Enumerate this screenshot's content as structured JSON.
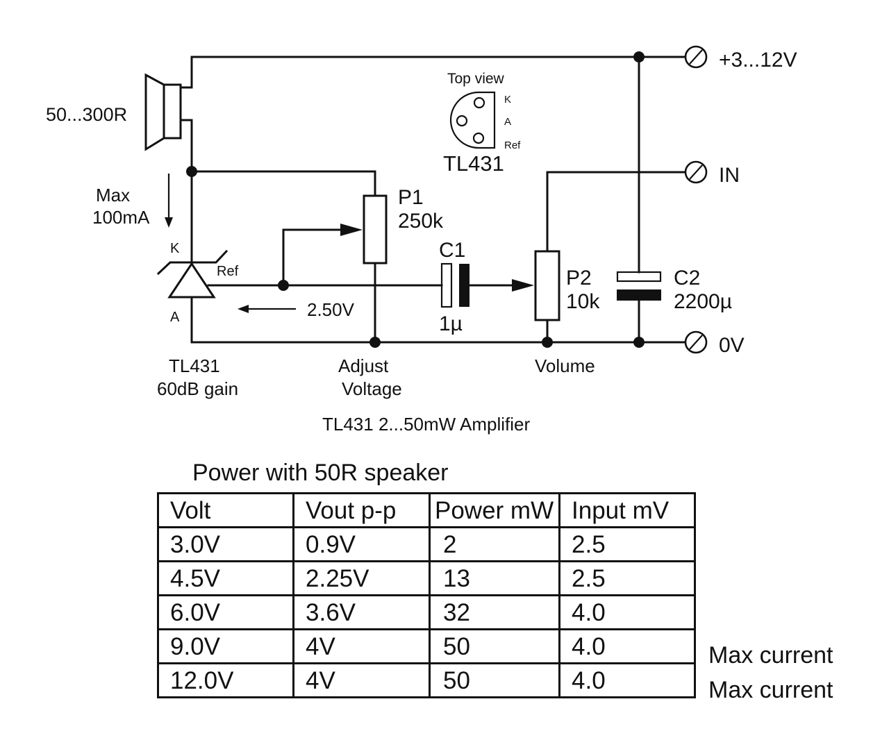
{
  "diagram": {
    "title": "TL431 2...50mW Amplifier",
    "components": {
      "speaker": {
        "label": "50...300R"
      },
      "current_note": {
        "line1": "Max",
        "line2": "100mA"
      },
      "tl431": {
        "pin_k": "K",
        "pin_a": "A",
        "pin_ref": "Ref",
        "caption1": "TL431",
        "caption2": "60dB gain"
      },
      "p1": {
        "name": "P1",
        "value": "250k",
        "caption1": "Adjust",
        "caption2": "Voltage"
      },
      "c1": {
        "name": "C1",
        "value": "1µ"
      },
      "p2": {
        "name": "P2",
        "value": "10k",
        "caption": "Volume"
      },
      "c2": {
        "name": "C2",
        "value": "2200µ"
      },
      "ref_voltage": "2.50V"
    },
    "pinout": {
      "heading": "Top view",
      "part": "TL431",
      "pins": [
        "K",
        "A",
        "Ref"
      ]
    },
    "terminals": [
      {
        "label": "+3...12V"
      },
      {
        "label": "IN"
      },
      {
        "label": "0V"
      }
    ]
  },
  "table": {
    "title": "Power with 50R speaker",
    "headers": [
      "Volt",
      "Vout p-p",
      "Power mW",
      "Input mV"
    ],
    "rows": [
      [
        "3.0V",
        "0.9V",
        "2",
        "2.5"
      ],
      [
        "4.5V",
        "2.25V",
        "13",
        "2.5"
      ],
      [
        "6.0V",
        "3.6V",
        "32",
        "4.0"
      ],
      [
        "9.0V",
        "4V",
        "50",
        "4.0"
      ],
      [
        "12.0V",
        "4V",
        "50",
        "4.0"
      ]
    ],
    "notes": [
      {
        "row": 3,
        "text": "Max current"
      },
      {
        "row": 4,
        "text": "Max current"
      }
    ]
  }
}
